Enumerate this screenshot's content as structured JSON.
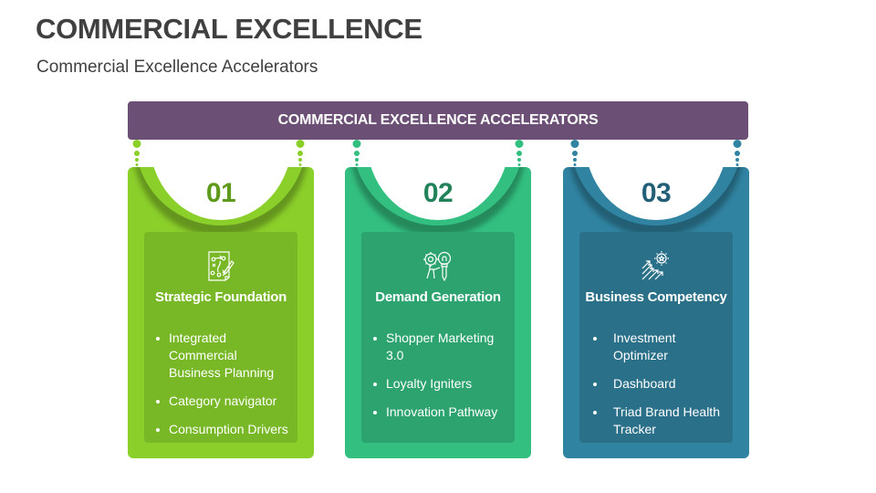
{
  "header": {
    "title": "COMMERCIAL EXCELLENCE",
    "subtitle": "Commercial Excellence Accelerators"
  },
  "banner": {
    "label": "COMMERCIAL EXCELLENCE ACCELERATORS",
    "color": "#6c4f74"
  },
  "cards": [
    {
      "number": "01",
      "heading": "Strategic Foundation",
      "icon": "strategy-plan-icon",
      "color": "#8bcf2a",
      "panel_color": "#78b826",
      "number_color": "#5e9a1b",
      "items": [
        "Integrated Commercial Business Planning",
        "Category navigator",
        "Consumption Drivers"
      ]
    },
    {
      "number": "02",
      "heading": "Demand Generation",
      "icon": "idea-gear-person-icon",
      "color": "#33bf80",
      "panel_color": "#2da36f",
      "number_color": "#22825a",
      "items": [
        "Shopper Marketing 3.0",
        "Loyalty Igniters",
        "Innovation Pathway"
      ]
    },
    {
      "number": "03",
      "heading": "Business Competency",
      "icon": "growth-arrows-star-icon",
      "color": "#3084a2",
      "panel_color": "#2b7089",
      "number_color": "#236077",
      "items": [
        "Investment Optimizer",
        "Dashboard",
        "Triad Brand Health Tracker"
      ]
    }
  ]
}
